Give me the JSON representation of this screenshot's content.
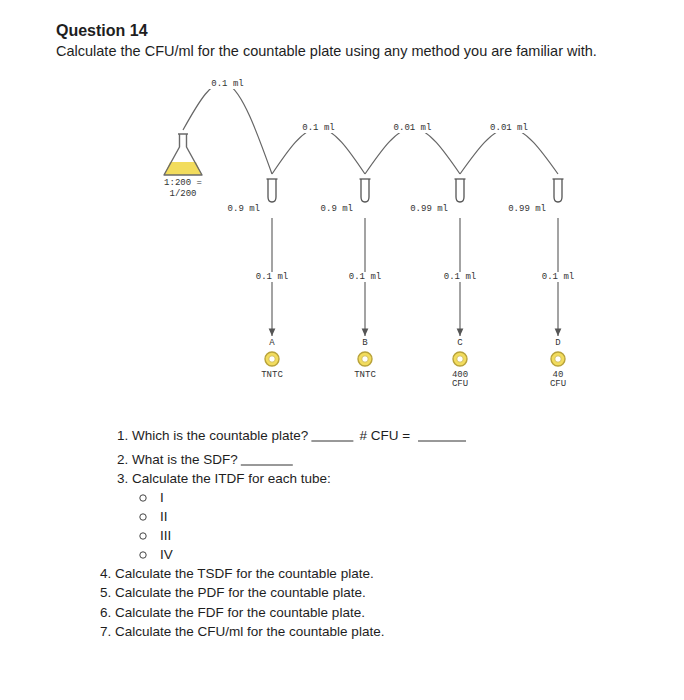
{
  "diagram": {
    "title": "Question 14",
    "nodes": [
      {
        "text": [
          "1:200 =",
          "1/200"
        ]
      },
      {
        "text": [
          "0.9 ml"
        ]
      },
      {
        "text": [
          "0.9 ml"
        ]
      },
      {
        "text": [
          "0.99 ml"
        ]
      },
      {
        "text": [
          "0.99 ml"
        ]
      },
      {
        "text": [
          "A",
          "TNTC"
        ]
      },
      {
        "text": [
          "B",
          "TNTC"
        ]
      },
      {
        "text": [
          "C",
          "400 CFU"
        ]
      },
      {
        "text": [
          "D",
          "40 CFU"
        ]
      }
    ],
    "edges": [
      {
        "from": 0,
        "to": 1,
        "label": "0.1 ml",
        "arrow": "none"
      },
      {
        "from": 1,
        "to": 2,
        "label": "0.1 ml",
        "arrow": "none"
      },
      {
        "from": 2,
        "to": 3,
        "label": "0.01 ml",
        "arrow": "none"
      },
      {
        "from": 3,
        "to": 4,
        "label": "0.01 ml",
        "arrow": "none"
      },
      {
        "from": 1,
        "to": 5,
        "label": "0.1 ml",
        "arrow": "to"
      },
      {
        "from": 2,
        "to": 6,
        "label": "0.1 ml",
        "arrow": "to"
      },
      {
        "from": 3,
        "to": 7,
        "label": "0.1 ml",
        "arrow": "to"
      },
      {
        "from": 4,
        "to": 8,
        "label": "0.1 ml",
        "arrow": "to"
      }
    ],
    "labels": [
      "Calculate the CFU/ml for the countable plate using any method you are familiar with.",
      "1. Which is the countable plate?",
      "# CFU =",
      "2. What is the SDF?",
      "3. Calculate the ITDF for each tube:",
      "I",
      "II",
      "III",
      "IV",
      "4. Calculate the TSDF for the countable plate.",
      "5. Calculate the PDF for the countable plate.",
      "6. Calculate the FDF for the countable plate.",
      "7. Calculate the CFU/ml for the countable plate."
    ]
  }
}
